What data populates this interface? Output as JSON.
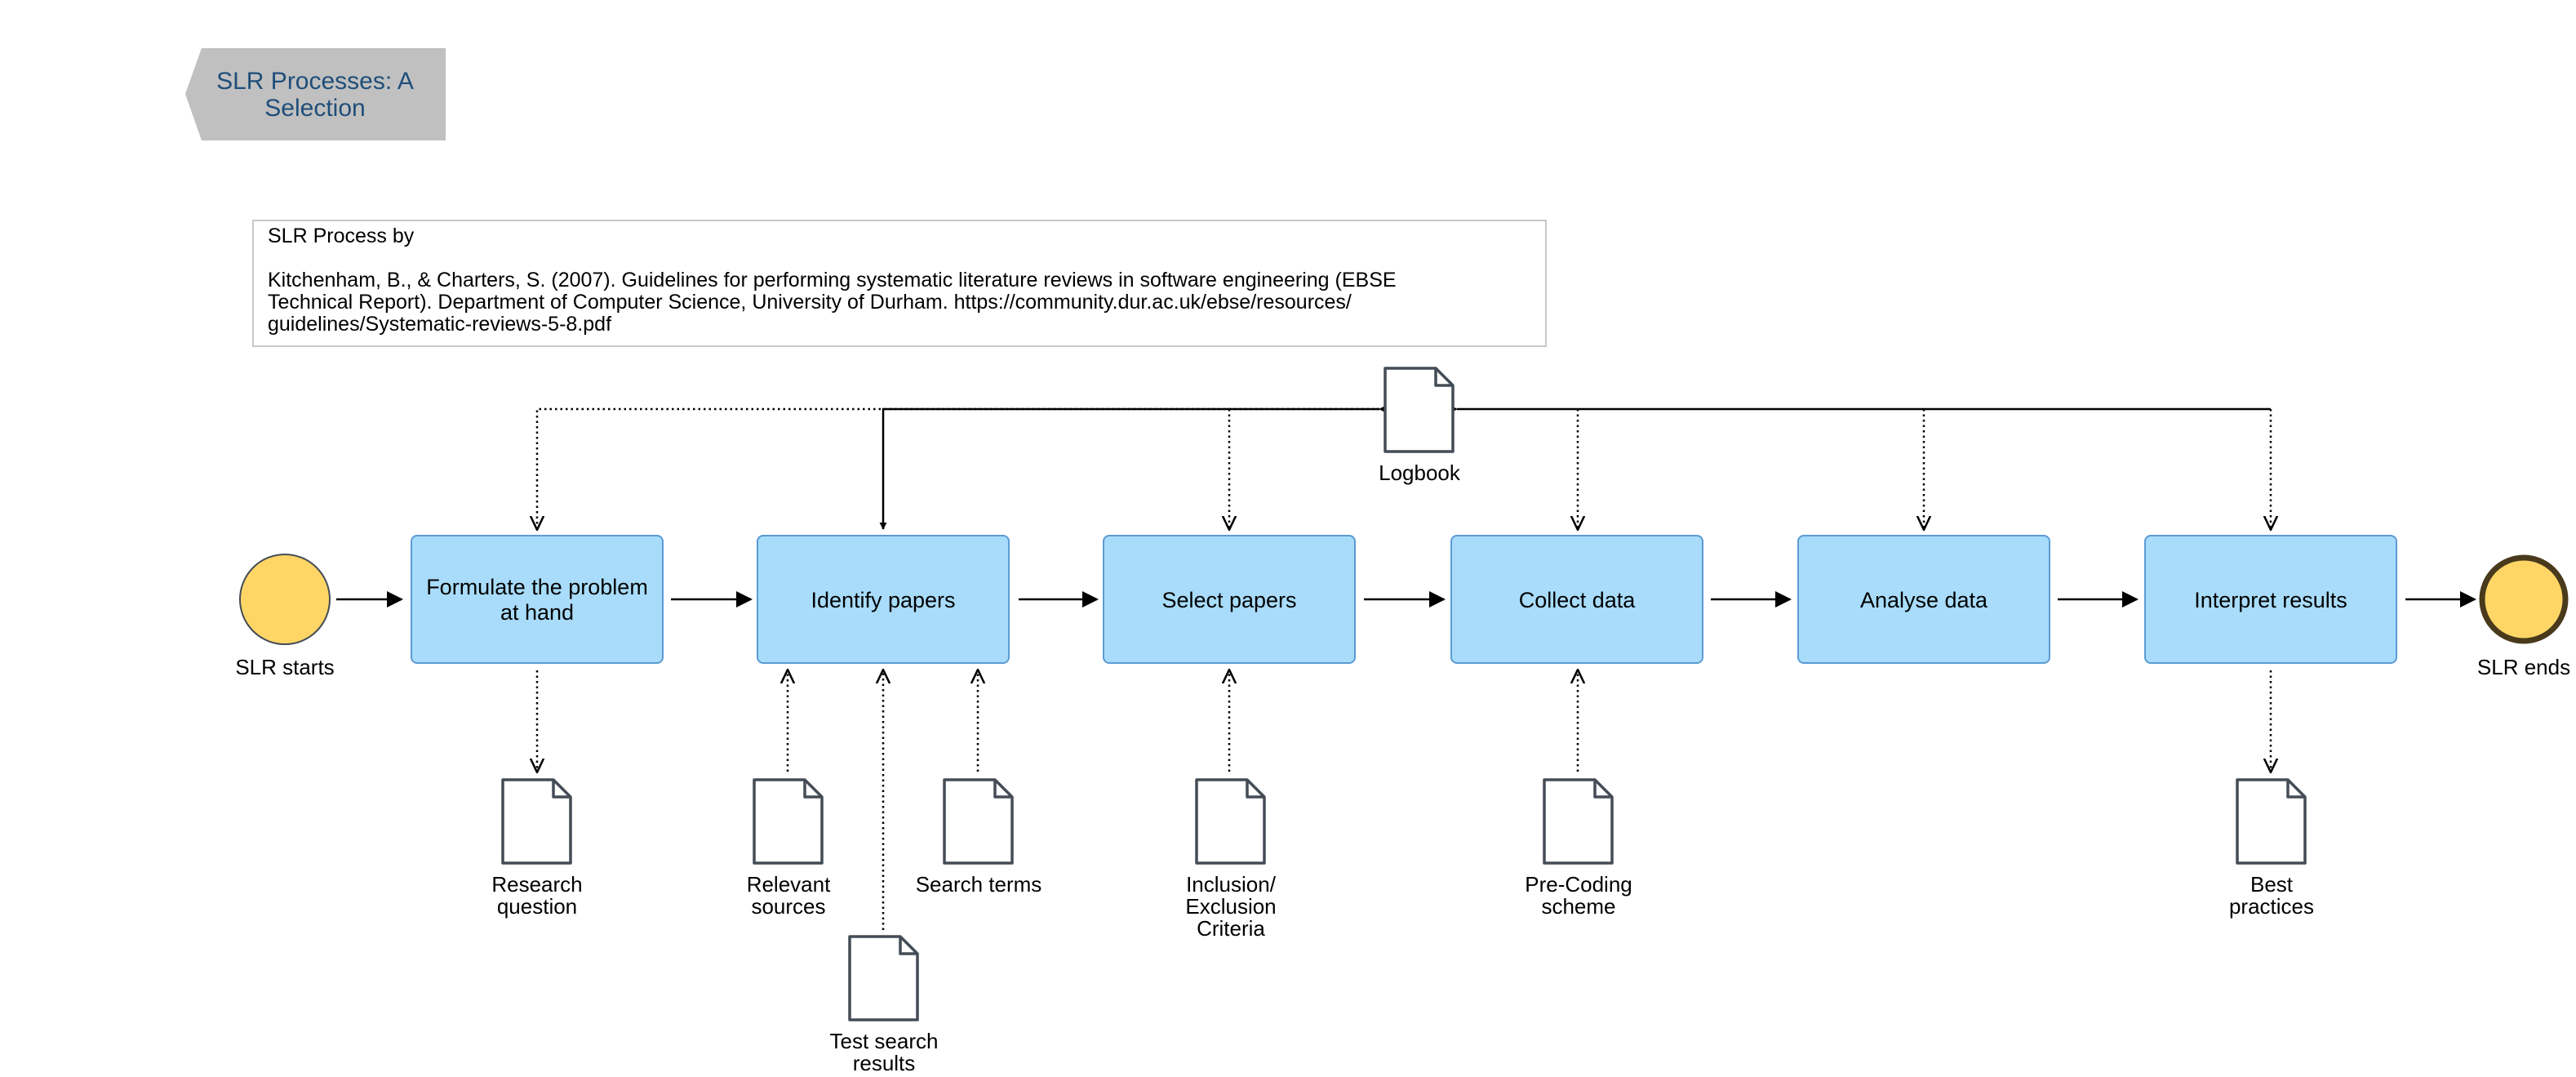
{
  "header": {
    "title_line1": "SLR Processes: A",
    "title_line2": "Selection"
  },
  "note": {
    "line1": "SLR Process by",
    "line2": "Kitchenham, B., & Charters, S. (2007). Guidelines for performing systematic literature reviews in software engineering (EBSE",
    "line3": "Technical Report). Department of Computer Science, University of Durham. https://community.dur.ac.uk/ebse/resources/",
    "line4": "guidelines/Systematic-reviews-5-8.pdf"
  },
  "events": {
    "start_label": "SLR starts",
    "end_label": "SLR ends"
  },
  "tasks": [
    {
      "id": "formulate",
      "line1": "Formulate the problem",
      "line2": "at hand"
    },
    {
      "id": "identify",
      "line1": "Identify papers",
      "line2": ""
    },
    {
      "id": "select",
      "line1": "Select papers",
      "line2": ""
    },
    {
      "id": "collect",
      "line1": "Collect data",
      "line2": ""
    },
    {
      "id": "analyse",
      "line1": "Analyse data",
      "line2": ""
    },
    {
      "id": "interpret",
      "line1": "Interpret results",
      "line2": ""
    }
  ],
  "documents": {
    "logbook": {
      "line1": "Logbook"
    },
    "research_question": {
      "line1": "Research",
      "line2": "question"
    },
    "relevant_sources": {
      "line1": "Relevant",
      "line2": "sources"
    },
    "test_search_results": {
      "line1": "Test search",
      "line2": "results"
    },
    "search_terms": {
      "line1": "Search terms"
    },
    "inclusion_exclusion": {
      "line1": "Inclusion/",
      "line2": "Exclusion",
      "line3": "Criteria"
    },
    "pre_coding": {
      "line1": "Pre-Coding",
      "line2": "scheme"
    },
    "best_practices": {
      "line1": "Best",
      "line2": "practices"
    }
  },
  "colors": {
    "task_fill": "#a8dcfa",
    "task_stroke": "#5b9bd5",
    "event_fill": "#ffd666",
    "end_event_stroke": "#4a3a1c",
    "header_fill": "#c0c0c0",
    "header_text": "#1f4e79",
    "document_stroke": "#444c56"
  }
}
